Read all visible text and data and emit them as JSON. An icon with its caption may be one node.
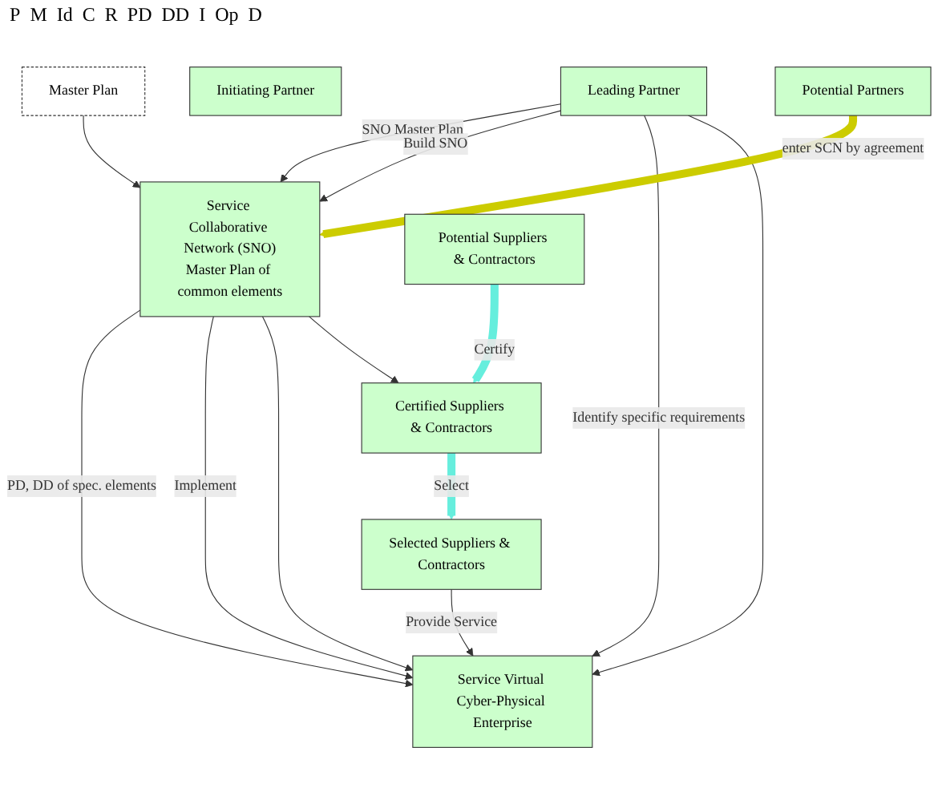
{
  "diagram": {
    "nodes": [
      {
        "text": [
          "Leading Partner"
        ]
      },
      {
        "text": [
          "Initiating Partner"
        ]
      },
      {
        "text": [
          "Master Plan"
        ]
      },
      {
        "text": [
          "Service Collaborative Network (SNO)",
          "Master Plan of common elements"
        ]
      },
      {
        "text": [
          "Service Virtual Cyber-Physical Enterprise"
        ]
      },
      {
        "text": [
          "Potential Partners"
        ]
      },
      {
        "text": [
          "Potential Suppliers & Contractors"
        ]
      },
      {
        "text": [
          "Certified Suppliers & Contractors"
        ]
      },
      {
        "text": [
          "Selected Suppliers & Contractors"
        ]
      }
    ],
    "edges": [
      {
        "from": 0,
        "to": 3,
        "arrow": "to",
        "label": "SNO Master Plan"
      },
      {
        "from": 2,
        "to": 3,
        "arrow": "to"
      },
      {
        "from": 0,
        "to": 3,
        "arrow": "to",
        "label": "Build SNO"
      },
      {
        "from": 0,
        "to": 4,
        "arrow": "to",
        "label": "Identify specific requirements"
      },
      {
        "from": 3,
        "to": 4,
        "arrow": "to",
        "label": "PD, DD of spec. elements"
      },
      {
        "from": 3,
        "to": 4,
        "arrow": "to",
        "label": "Implement"
      },
      {
        "from": 3,
        "to": 4,
        "arrow": "to"
      },
      {
        "from": 0,
        "to": 4,
        "arrow": "to"
      },
      {
        "from": 8,
        "to": 4,
        "arrow": "to",
        "label": "Provide Service"
      },
      {
        "from": 5,
        "to": 3,
        "arrow": "to",
        "label": "enter SCN by agreement",
        "style": "thick",
        "color": "#cccc00"
      },
      {
        "from": 6,
        "to": 7,
        "arrow": "to",
        "label": "Certify",
        "style": "thick",
        "color": "#66eedd"
      },
      {
        "from": 7,
        "to": 8,
        "arrow": "to",
        "label": "Select",
        "style": "thick",
        "color": "#66eedd"
      },
      {
        "from": 3,
        "to": 7,
        "arrow": "to"
      }
    ],
    "labels": [
      "P",
      "M",
      "Id",
      "C",
      "R",
      "PD",
      "DD",
      "I",
      "Op",
      "D"
    ]
  }
}
